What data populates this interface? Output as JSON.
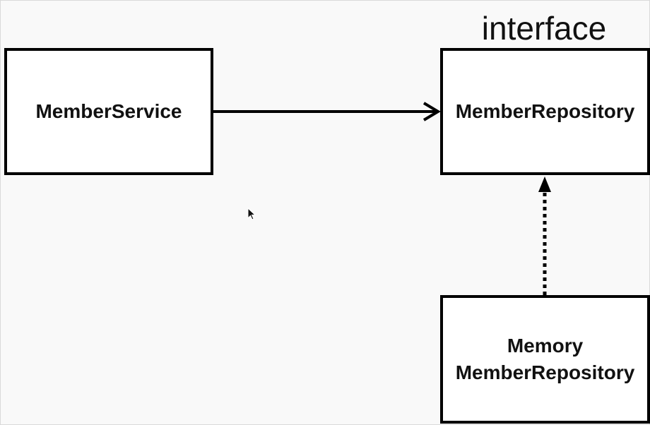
{
  "diagram": {
    "stereotype": "interface",
    "nodes": {
      "member_service": "MemberService",
      "member_repository": "MemberRepository",
      "memory_repository_line1": "Memory",
      "memory_repository_line2": "MemberRepository"
    },
    "edges": [
      {
        "from": "MemberService",
        "to": "MemberRepository",
        "style": "solid",
        "arrowhead": "open"
      },
      {
        "from": "MemoryMemberRepository",
        "to": "MemberRepository",
        "style": "dotted",
        "arrowhead": "filled"
      }
    ]
  },
  "icons": {
    "cursor": "mouse-pointer-icon"
  },
  "colors": {
    "stroke": "#000000",
    "background": "#f9f9f9",
    "box_fill": "#ffffff"
  }
}
